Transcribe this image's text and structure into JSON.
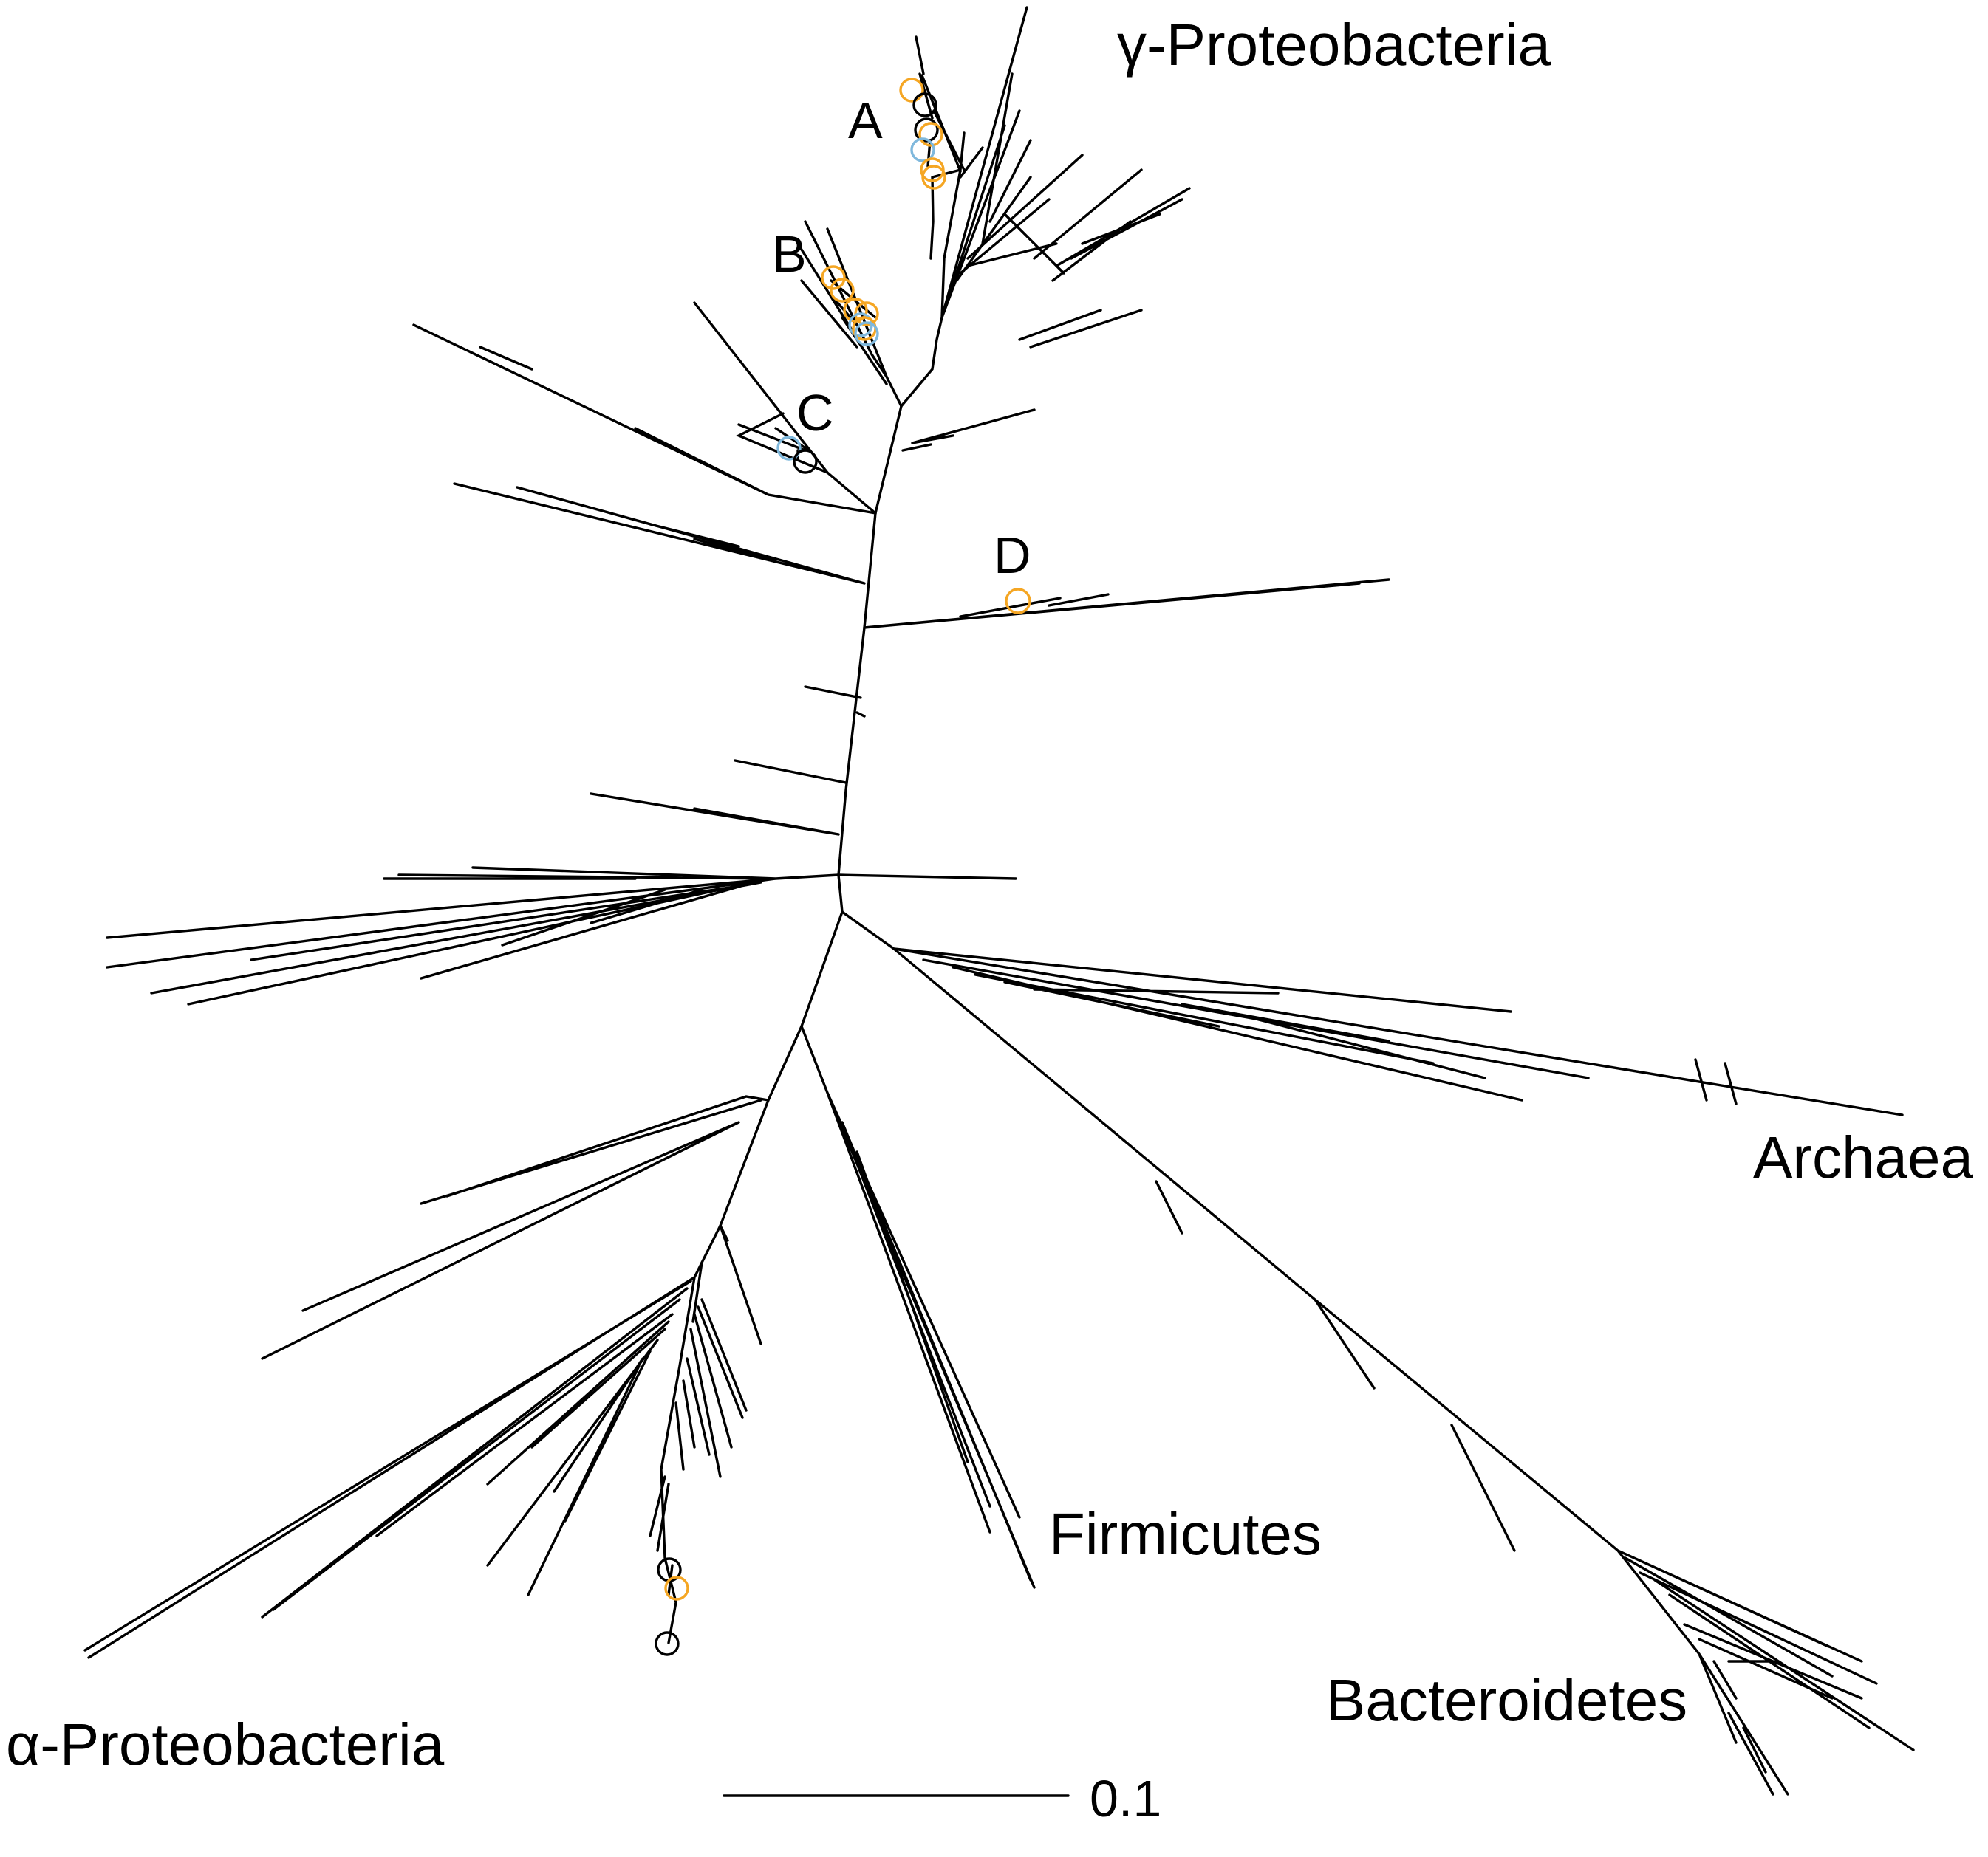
{
  "figure": {
    "type": "unrooted-phylogenetic-tree",
    "colors": {
      "branch": "#000000",
      "marker_orange": "#f5a623",
      "marker_blue": "#7fb8dc",
      "marker_black": "#000000"
    },
    "clade_labels": {
      "a": "A",
      "b": "B",
      "c": "C",
      "d": "D"
    },
    "group_labels": {
      "gamma": "γ-Proteobacteria",
      "archaea": "Archaea",
      "firmicutes": "Firmicutes",
      "bacteroidetes": "Bacteroidetes",
      "alpha": "α-Proteobacteria"
    },
    "scale_bar": {
      "label": "0.1",
      "value": 0.1
    },
    "axis_break": true
  }
}
